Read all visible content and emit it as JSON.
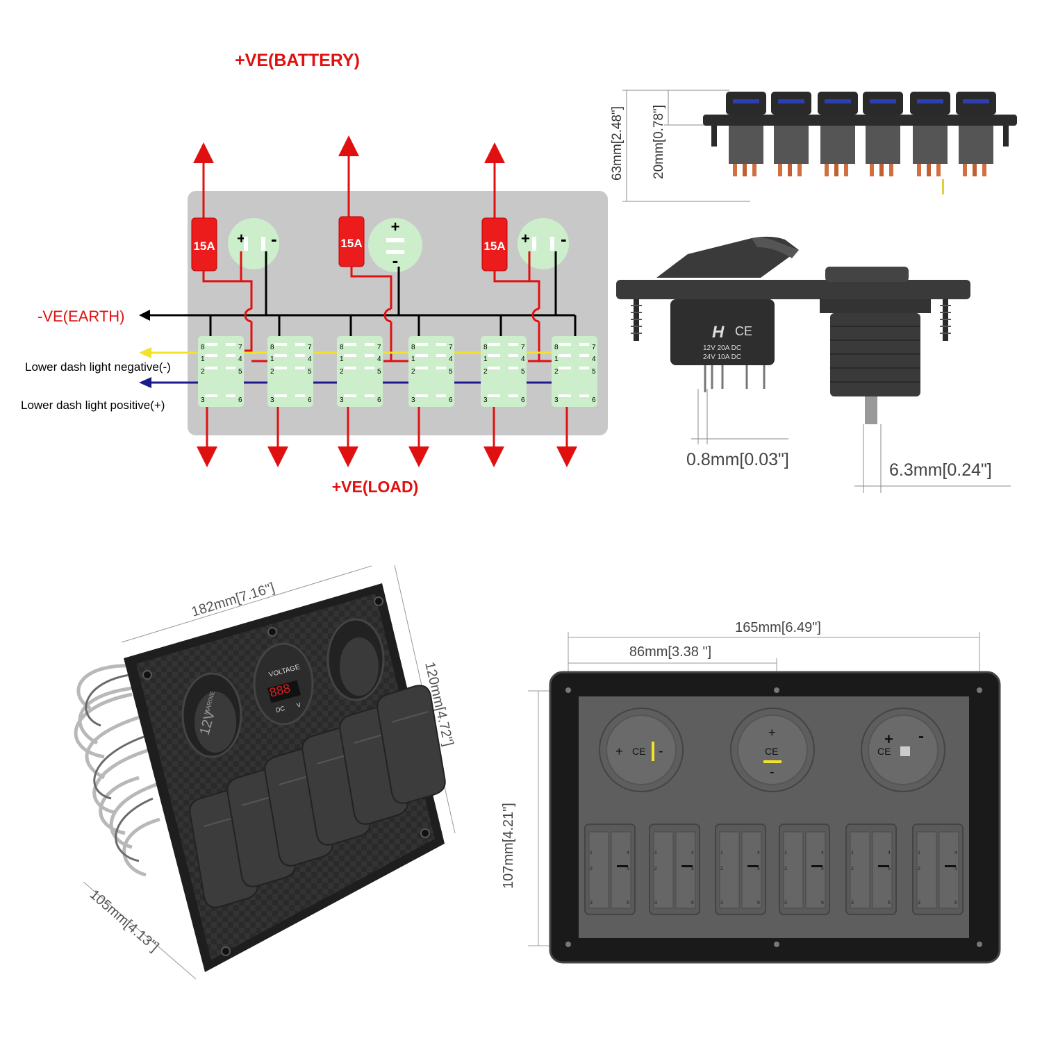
{
  "wiring": {
    "battery_label": "+VE(BATTERY)",
    "earth_label": "-VE(EARTH)",
    "load_label": "+VE(LOAD)",
    "light_negative_label": "Lower dash light negative(-)",
    "light_positive_label": "Lower dash light positive(+)",
    "fuses": [
      "15A",
      "15A",
      "15A"
    ],
    "sockets": [
      {
        "plus": "+",
        "minus": "-"
      },
      {
        "plus": "+",
        "minus": "-"
      },
      {
        "plus": "+",
        "minus": "-"
      }
    ],
    "switch_pins": {
      "p8": "8",
      "p7": "7",
      "p1": "1",
      "p4": "4",
      "p2": "2",
      "p5": "5",
      "p3": "3",
      "p6": "6"
    },
    "colors": {
      "power": "#e01010",
      "earth": "#000000",
      "light_negative": "#f2e22a",
      "light_positive": "#1a1a8c",
      "panel": "#c8c8c8",
      "component": "#cdeecb"
    }
  },
  "side_view": {
    "height_total": "63mm[2.48\"]",
    "height_upper": "20mm[0.78\"]"
  },
  "detail_view": {
    "pin_thickness": "0.8mm[0.03\"]",
    "pin_width": "6.3mm[0.24\"]",
    "switch_marks": {
      "logo": "H",
      "ce": "CE",
      "rating_line1": "12V  20A  DC",
      "rating_line2": "24V  10A  DC"
    }
  },
  "perspective_view": {
    "width": "182mm[7.16\"]",
    "height": "120mm[4.72\"]",
    "depth": "105mm[4.13\"]",
    "voltmeter_label": "VOLTAGE",
    "voltmeter_units_left": "DC",
    "voltmeter_units_right": "V",
    "socket_left_label": "12V",
    "socket_left_top": "MARINE"
  },
  "front_view": {
    "width_total": "165mm[6.49\"]",
    "width_half": "86mm[3.38 \"]",
    "height": "107mm[4.21\"]",
    "ce_mark": "CE",
    "plus": "+",
    "minus": "-",
    "switch_pins": [
      "1",
      "2",
      "3",
      "4",
      "5",
      "6"
    ]
  }
}
